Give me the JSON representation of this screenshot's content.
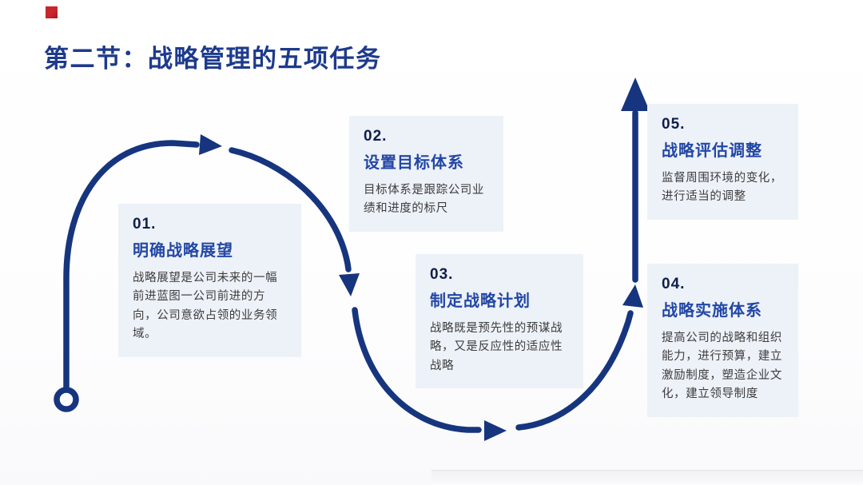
{
  "slide": {
    "title": "第二节：战略管理的五项任务"
  },
  "colors": {
    "title_navy": "#1d3a8c",
    "navy": "#16357e",
    "step_number": "#101e4a",
    "step_title": "#2247a5",
    "body_text": "#3d3d3d",
    "card_bg": "#edf1f8",
    "red_accent": "#c9252c"
  },
  "steps": [
    {
      "number": "01.",
      "title": "明确战略展望",
      "body": "战略展望是公司未来的一幅前进蓝图一公司前进的方向，公司意欲占领的业务领域。"
    },
    {
      "number": "02.",
      "title": "设置目标体系",
      "body": "目标体系是跟踪公司业绩和进度的标尺"
    },
    {
      "number": "03.",
      "title": "制定战略计划",
      "body": "战略既是预先性的预谋战略，又是反应性的适应性战略"
    },
    {
      "number": "04.",
      "title": "战略实施体系",
      "body": "提高公司的战略和组织能力，进行预算，建立激励制度，塑造企业文化，建立领导制度"
    },
    {
      "number": "05.",
      "title": "战略评估调整",
      "body": "监督周围环境的变化，进行适当的调整"
    }
  ]
}
